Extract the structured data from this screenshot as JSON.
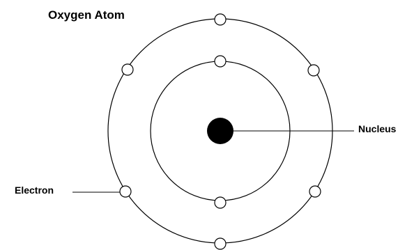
{
  "title": "Oxygen Atom",
  "labels": {
    "nucleus": "Nucleus",
    "electron": "Electron"
  },
  "atom": {
    "shells": [
      {
        "name": "inner-shell",
        "electrons": 2
      },
      {
        "name": "outer-shell",
        "electrons": 6
      }
    ]
  },
  "colors": {
    "line": "#000000",
    "nucleus": "#000000",
    "electron_fill": "#ffffff"
  }
}
